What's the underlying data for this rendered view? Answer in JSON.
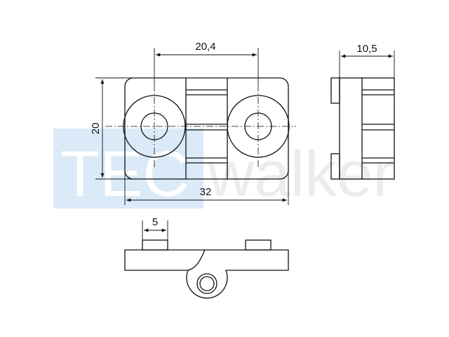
{
  "watermark": {
    "left_word": "TEC",
    "right_word": "walker",
    "left_bg_color": "#dbeaf8",
    "left_text_color": "#ffffff",
    "right_text_color": "#ececec"
  },
  "dimensions": {
    "hole_spacing": "20,4",
    "height": "20",
    "width": "32",
    "depth": "10,5",
    "boss_width": "5"
  },
  "colors": {
    "line": "#111111",
    "background": "#ffffff"
  }
}
